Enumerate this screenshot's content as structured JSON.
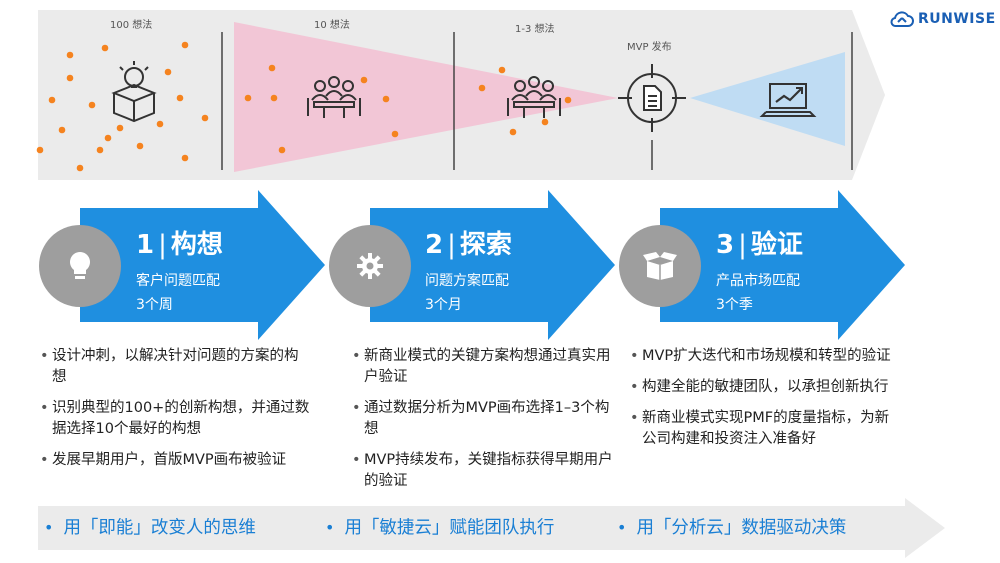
{
  "funnel": {
    "labels": [
      "100 想法",
      "10 想法",
      "1-3 想法",
      "MVP 发布"
    ],
    "icons": [
      "lightbulb-box-icon",
      "team-meeting-icon",
      "team-meeting-icon",
      "target-document-icon",
      "laptop-chart-icon"
    ]
  },
  "logo": {
    "text": "RUNWISE"
  },
  "steps": [
    {
      "number": "1",
      "title": "构想",
      "subtitle": "客户问题匹配",
      "duration": "3个周",
      "icon": "lightbulb-icon",
      "bullets": [
        "设计冲刺，以解决针对问题的方案的构想",
        "识别典型的100+的创新构想，并通过数据选择10个最好的构想",
        "发展早期用户，首版MVP画布被验证"
      ]
    },
    {
      "number": "2",
      "title": "探索",
      "subtitle": "问题方案匹配",
      "duration": "3个月",
      "icon": "gear-icon",
      "bullets": [
        "新商业模式的关键方案构想通过真实用户验证",
        "通过数据分析为MVP画布选择1–3个构想",
        "MVP持续发布，关键指标获得早期用户的验证"
      ]
    },
    {
      "number": "3",
      "title": "验证",
      "subtitle": "产品市场匹配",
      "duration": "3个季",
      "icon": "open-box-icon",
      "bullets": [
        "MVP扩大迭代和市场规模和转型的验证",
        "构建全能的敏捷团队，以承担创新执行",
        "新商业模式实现PMF的度量指标，为新公司构建和投资注入准备好"
      ]
    }
  ],
  "banner": {
    "items": [
      "用「即能」改变人的思维",
      "用「敏捷云」赋能团队执行",
      "用「分析云」数据驱动决策"
    ]
  },
  "colors": {
    "blue": "#1f8fe0",
    "pink": "#f2c6d6",
    "lightblue": "#bfdcf3",
    "orange": "#f5831f",
    "gray": "#9e9e9e",
    "funnel_bg": "#ebebeb"
  }
}
